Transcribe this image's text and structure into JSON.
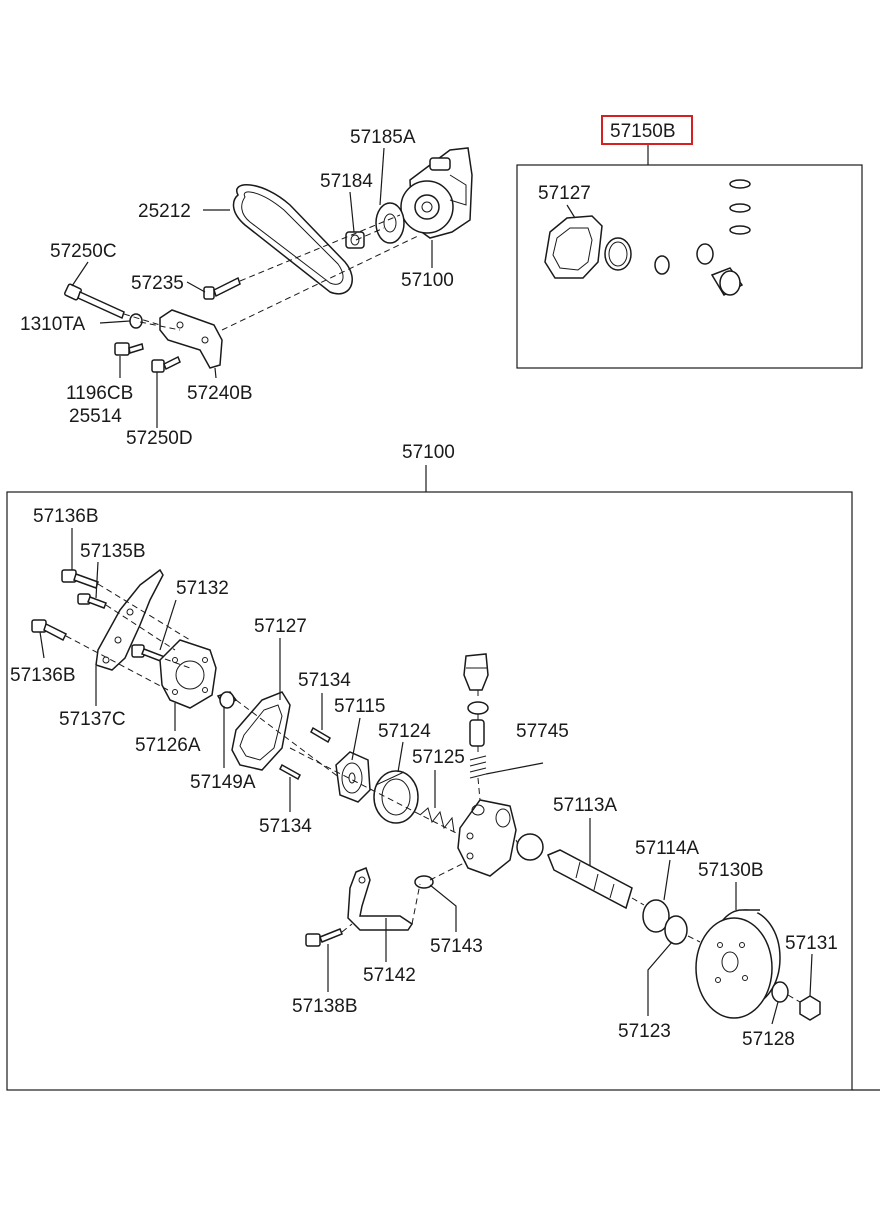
{
  "labels": {
    "l57185A": "57185A",
    "l57184": "57184",
    "l25212": "25212",
    "l57250C": "57250C",
    "l57235": "57235",
    "l57100a": "57100",
    "l1310TA": "1310TA",
    "l1196CB": "1196CB",
    "l25514": "25514",
    "l57240B": "57240B",
    "l57250D": "57250D",
    "l57150B": "57150B",
    "l57127a": "57127",
    "l57100b": "57100",
    "l57136Ba": "57136B",
    "l57135B": "57135B",
    "l57132": "57132",
    "l57127b": "57127",
    "l57136Bb": "57136B",
    "l57134a": "57134",
    "l57115": "57115",
    "l57124": "57124",
    "l57745": "57745",
    "l57137C": "57137C",
    "l57126A": "57126A",
    "l57125": "57125",
    "l57149A": "57149A",
    "l57134b": "57134",
    "l57113A": "57113A",
    "l57114A": "57114A",
    "l57130B": "57130B",
    "l57143": "57143",
    "l57131": "57131",
    "l57142": "57142",
    "l57138B": "57138B",
    "l57123": "57123",
    "l57128": "57128"
  },
  "colors": {
    "highlight": "#d42020",
    "line": "#1a1a1a"
  }
}
